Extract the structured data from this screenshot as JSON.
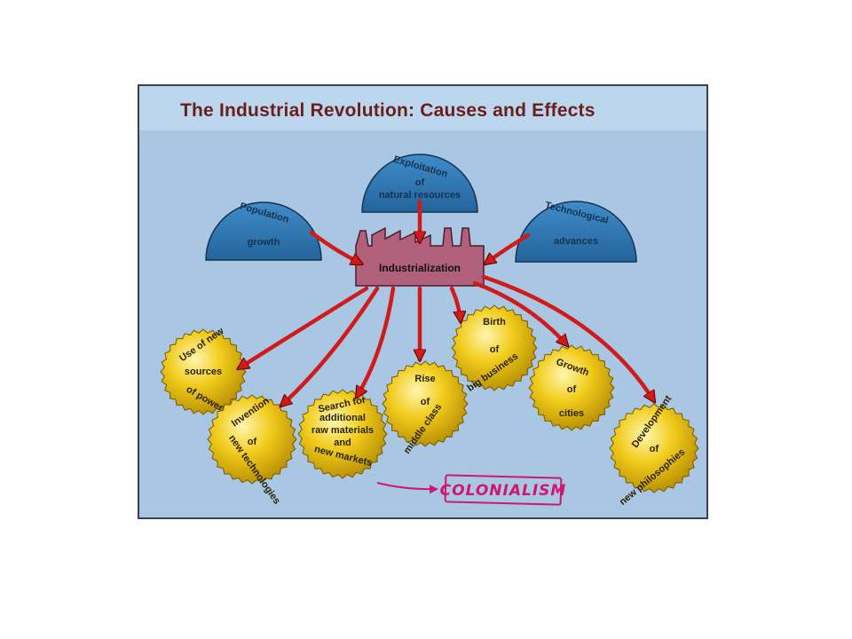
{
  "title": "The Industrial Revolution: Causes and Effects",
  "center": {
    "label": "Industrialization"
  },
  "causes": [
    {
      "id": "population",
      "lines": [
        "Population",
        "growth"
      ]
    },
    {
      "id": "exploitation",
      "lines": [
        "Exploitation",
        "of",
        "natural resources"
      ]
    },
    {
      "id": "technological",
      "lines": [
        "Technological",
        "advances"
      ]
    }
  ],
  "effects": [
    {
      "id": "new-sources-of-power",
      "lines": [
        "Use of new",
        "sources",
        "of power"
      ]
    },
    {
      "id": "invention-of-new-technologies",
      "lines": [
        "Invention",
        "of",
        "new technologies"
      ]
    },
    {
      "id": "search-for-materials",
      "lines": [
        "Search for",
        "additional",
        "raw materials",
        "and",
        "new markets"
      ]
    },
    {
      "id": "rise-of-middle-class",
      "lines": [
        "Rise",
        "of",
        "middle class"
      ]
    },
    {
      "id": "birth-of-big-business",
      "lines": [
        "Birth",
        "of",
        "big business"
      ]
    },
    {
      "id": "growth-of-cities",
      "lines": [
        "Growth",
        "of",
        "cities"
      ]
    },
    {
      "id": "development-of-new-philosophies",
      "lines": [
        "Development",
        "of",
        "new philosophies"
      ]
    }
  ],
  "annotation": {
    "label": "COLONIALISM"
  },
  "colors": {
    "background": "#a9c6e2",
    "title": "#6a1f1c",
    "dome": "#2f78b4",
    "factory": "#b0607a",
    "arrow": "#d11a1a",
    "gear": "#f1cc1c",
    "annotation": "#d0166e"
  }
}
